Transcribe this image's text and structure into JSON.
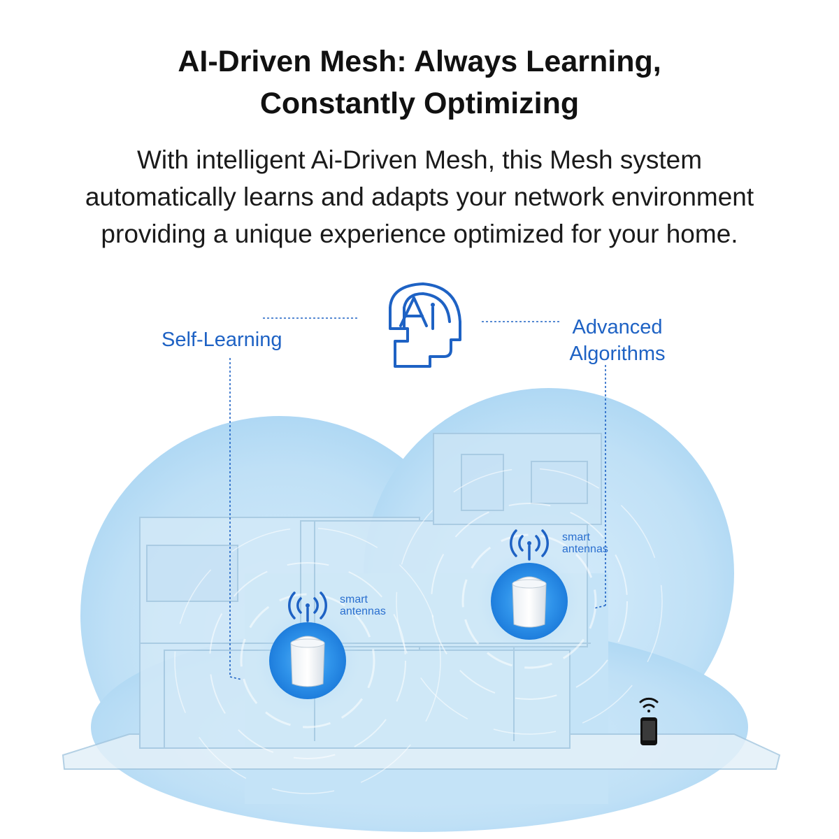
{
  "headline": {
    "line1": "AI-Driven Mesh: Always Learning,",
    "line2": "Constantly Optimizing"
  },
  "body": {
    "line1": "With intelligent Ai-Driven Mesh, this Mesh system",
    "line2": "automatically learns and adapts your network environment",
    "line3": "providing a unique experience optimized for your home."
  },
  "features": {
    "left": "Self-Learning",
    "right_line1": "Advanced",
    "right_line2": "Algorithms"
  },
  "nodes": [
    {
      "label_line1": "smart",
      "label_line2": "antennas"
    },
    {
      "label_line1": "smart",
      "label_line2": "antennas"
    }
  ],
  "colors": {
    "accent": "#1e62c4",
    "cloud": "#bfe0f6",
    "node_glow": "#2b8fe8"
  },
  "icons": [
    "ai-head-icon",
    "wifi-antenna-icon",
    "mesh-router-icon",
    "smartphone-icon",
    "wifi-signal-icon"
  ]
}
